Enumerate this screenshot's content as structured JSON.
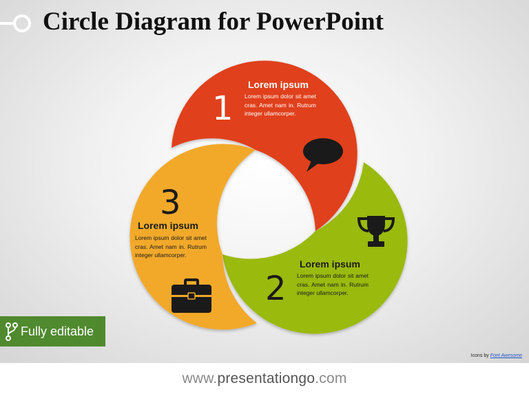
{
  "title": "Circle Diagram for PowerPoint",
  "segments": [
    {
      "number": "1",
      "heading": "Lorem ipsum",
      "body": "Lorem ipsum dolor sit amet cras. Amet nam in. Rutrum integer ullamcorper.",
      "color": "#e0401c",
      "icon": "speech-bubble-icon"
    },
    {
      "number": "2",
      "heading": "Lorem ipsum",
      "body": "Lorem ipsum dolor sit amet cras. Amet nam in. Rutrum integer ullamcorper.",
      "color": "#9aba0f",
      "icon": "trophy-icon"
    },
    {
      "number": "3",
      "heading": "Lorem ipsum",
      "body": "Lorem ipsum dolor sit amet cras. Amet nam in. Rutrum integer ullamcorper.",
      "color": "#f2a92a",
      "icon": "briefcase-icon"
    }
  ],
  "badge": {
    "label": "Fully editable",
    "color": "#4f8a2e"
  },
  "credit": {
    "prefix": "Icons by",
    "link": "Font Awesome"
  },
  "footer": {
    "pre": "www.",
    "mid": "presentationgo",
    "post": ".com"
  }
}
